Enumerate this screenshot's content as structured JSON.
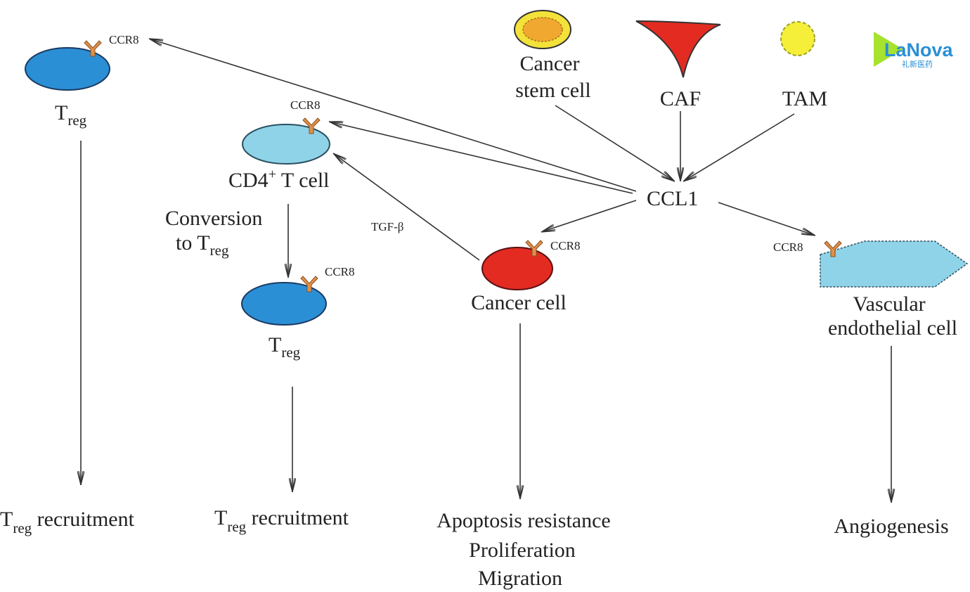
{
  "colors": {
    "treg": "#2b8fd6",
    "cd4": "#8fd3e8",
    "cancer": "#e32b22",
    "endothelial": "#8fd3e8",
    "receptor": "#e0904a",
    "csc": "#f3e23a",
    "caf": "#e32b22",
    "tam": "#f5ef3a",
    "logo_green": "#a6e22e",
    "logo_blue": "#2a8fd6"
  },
  "logo": {
    "text": "LaNova",
    "subtext": "礼新医药"
  },
  "sources": {
    "csc_line1": "Cancer",
    "csc_line2": "stem cell",
    "caf": "CAF",
    "tam": "TAM"
  },
  "ccl1": "CCL1",
  "receptor": "CCR8",
  "treg_left": {
    "T": "T",
    "sub": "reg"
  },
  "cd4": {
    "main": "CD4",
    "sup": "+",
    "rest": " T cell"
  },
  "conversion": {
    "line1": "Conversion",
    "line2_pre": "to T",
    "line2_sub": "reg"
  },
  "tgf": "TGF-β",
  "treg_mid": {
    "T": "T",
    "sub": "reg"
  },
  "cancer_cell": "Cancer cell",
  "endothelial": {
    "line1": "Vascular",
    "line2": "endothelial cell"
  },
  "outcomes": {
    "treg1": {
      "T": "T",
      "sub": "reg",
      "rest": " recruitment"
    },
    "treg2": {
      "T": "T",
      "sub": "reg",
      "rest": " recruitment"
    },
    "cancer": [
      "Apoptosis resistance",
      "Proliferation",
      "Migration"
    ],
    "vascular": "Angiogenesis"
  }
}
